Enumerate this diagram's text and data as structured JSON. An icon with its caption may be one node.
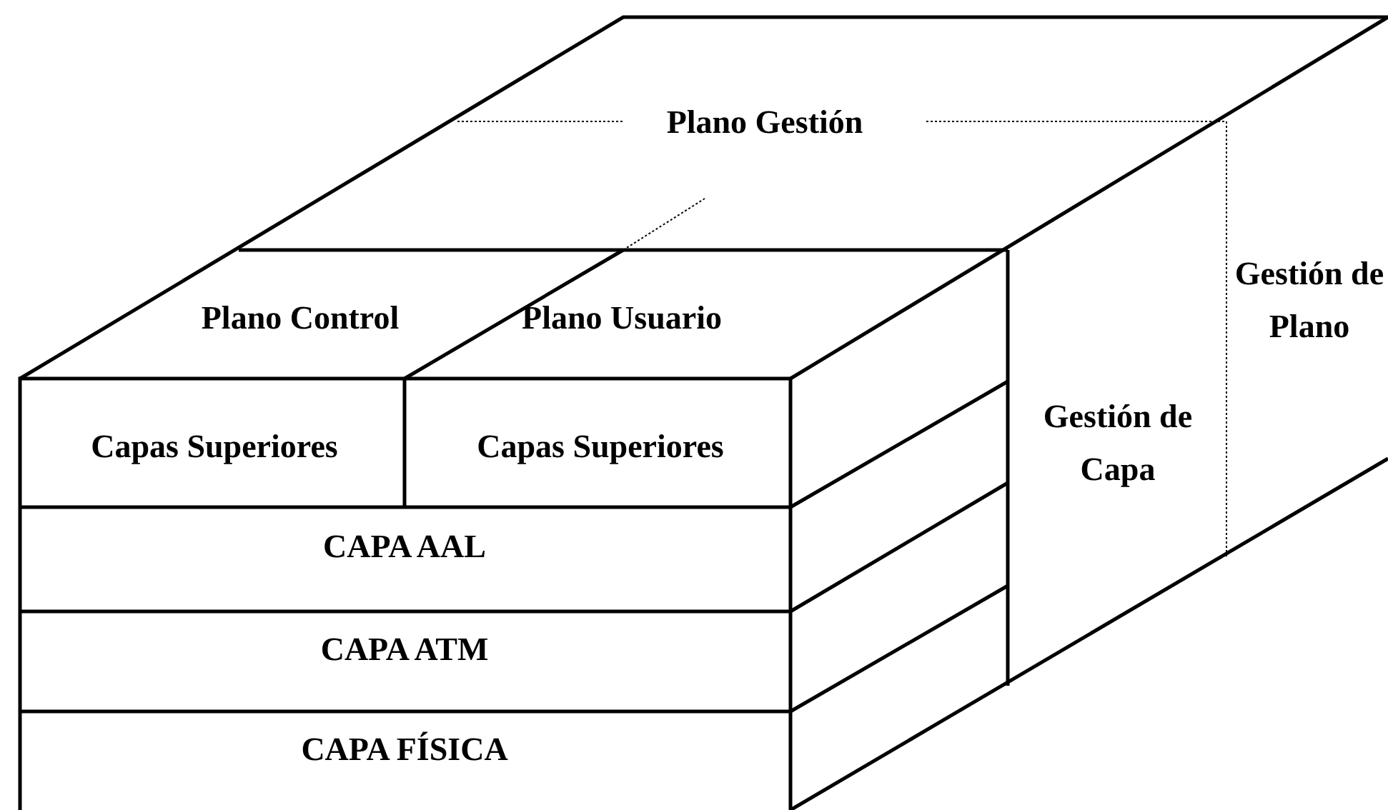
{
  "diagram": {
    "nodes": [
      {
        "text": [
          "Plano Gestión"
        ]
      },
      {
        "text": [
          "Plano Control"
        ]
      },
      {
        "text": [
          "Plano Usuario"
        ]
      },
      {
        "text": [
          "Capas Superiores"
        ]
      },
      {
        "text": [
          "Capas Superiores"
        ]
      },
      {
        "text": [
          "CAPA AAL"
        ]
      },
      {
        "text": [
          "CAPA ATM"
        ]
      },
      {
        "text": [
          "CAPA FÍSICA"
        ]
      },
      {
        "text": [
          "Gestión de Capa"
        ]
      },
      {
        "text": [
          "Gestión de Plano"
        ]
      }
    ]
  }
}
